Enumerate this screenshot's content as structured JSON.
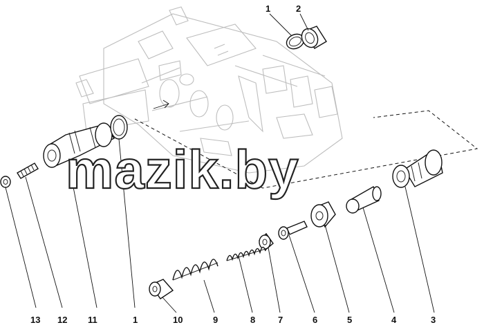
{
  "watermark": "mazik.by",
  "callouts": [
    {
      "id": "1",
      "label": "1"
    },
    {
      "id": "2",
      "label": "2"
    },
    {
      "id": "3",
      "label": "3"
    },
    {
      "id": "4",
      "label": "4"
    },
    {
      "id": "5",
      "label": "5"
    },
    {
      "id": "6",
      "label": "6"
    },
    {
      "id": "7",
      "label": "7"
    },
    {
      "id": "8",
      "label": "8"
    },
    {
      "id": "9",
      "label": "9"
    },
    {
      "id": "10",
      "label": "10"
    },
    {
      "id": "11",
      "label": "11"
    },
    {
      "id": "12",
      "label": "12"
    },
    {
      "id": "13",
      "label": "13"
    }
  ]
}
